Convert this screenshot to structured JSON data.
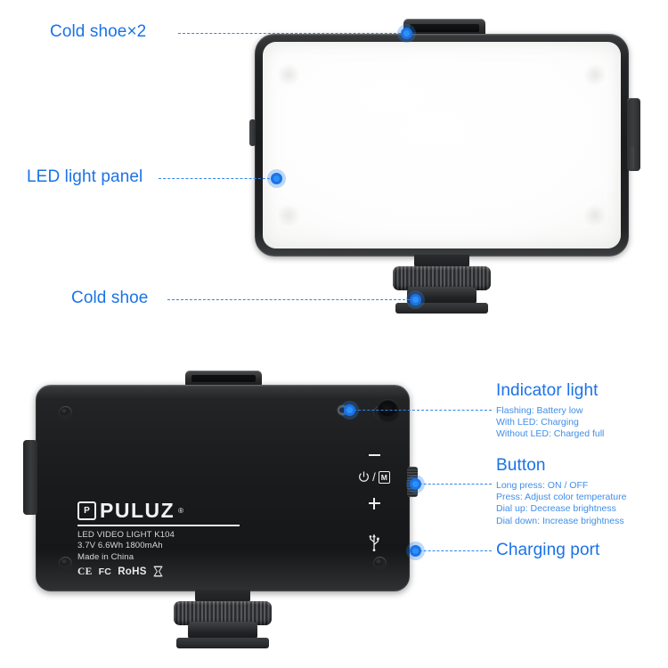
{
  "product": {
    "brand": "PULUZ",
    "brand_mark": "P",
    "registered_symbol": "®",
    "model_line": "LED VIDEO LIGHT K104",
    "power_line": "3.7V 6.6Wh 1800mAh",
    "origin_line": "Made in China",
    "certifications": [
      "CE",
      "FC",
      "RoHS"
    ],
    "waste_icon": "crossed-out-wheelie-bin-icon"
  },
  "controls": {
    "decrease_symbol": "−",
    "power_symbol": "⏻",
    "separator": "/",
    "mode_symbol": "M",
    "increase_symbol": "+",
    "usb_icon": "usb-icon"
  },
  "callouts": [
    {
      "id": "cold-shoe-x2",
      "title": "Cold shoe×2",
      "details": []
    },
    {
      "id": "led-light-panel",
      "title": "LED light panel",
      "details": []
    },
    {
      "id": "cold-shoe",
      "title": "Cold shoe",
      "details": []
    },
    {
      "id": "indicator-light",
      "title": "Indicator light",
      "details": [
        "Flashing: Battery low",
        "With LED: Charging",
        "Without LED: Charged full"
      ]
    },
    {
      "id": "button",
      "title": "Button",
      "details": [
        "Long press: ON / OFF",
        "Press: Adjust color temperature",
        "Dial up: Decrease brightness",
        "Dial down: Increase brightness"
      ]
    },
    {
      "id": "charging-port",
      "title": "Charging port",
      "details": []
    }
  ],
  "colors": {
    "label_blue": "#1a73e8",
    "detail_blue": "#3f8ee8",
    "leader_blue": "#2f86e8",
    "body_dark": "#1b1c1e",
    "panel_white": "#fdfdfd",
    "background": "#ffffff"
  }
}
